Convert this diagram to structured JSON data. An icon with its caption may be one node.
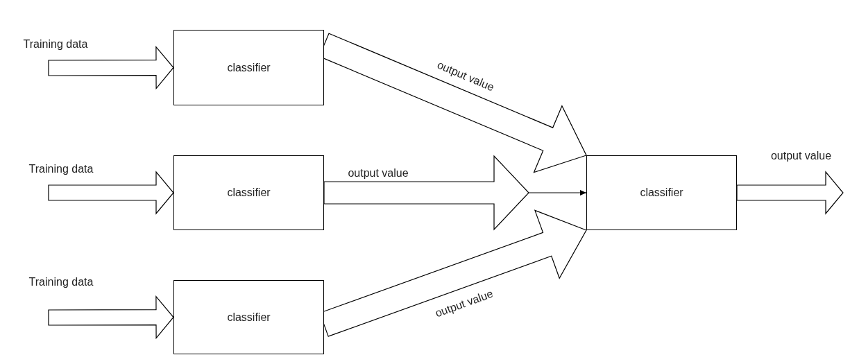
{
  "diagram": {
    "nodes": [
      {
        "text": [
          "classifier"
        ]
      },
      {
        "text": [
          "classifier"
        ]
      },
      {
        "text": [
          "classifier"
        ]
      },
      {
        "text": [
          "classifier"
        ]
      }
    ],
    "edges": [
      {
        "from": null,
        "to": 0,
        "arrow": "to",
        "label": "Training data"
      },
      {
        "from": null,
        "to": 1,
        "arrow": "to",
        "label": "Training data"
      },
      {
        "from": null,
        "to": 2,
        "arrow": "to",
        "label": "Training data"
      },
      {
        "from": 0,
        "to": 3,
        "arrow": "to",
        "label": "output value"
      },
      {
        "from": 1,
        "to": 3,
        "arrow": "to",
        "label": "output value"
      },
      {
        "from": 2,
        "to": 3,
        "arrow": "to",
        "label": "output value"
      },
      {
        "from": 3,
        "to": null,
        "arrow": "to",
        "label": "output value"
      }
    ]
  }
}
